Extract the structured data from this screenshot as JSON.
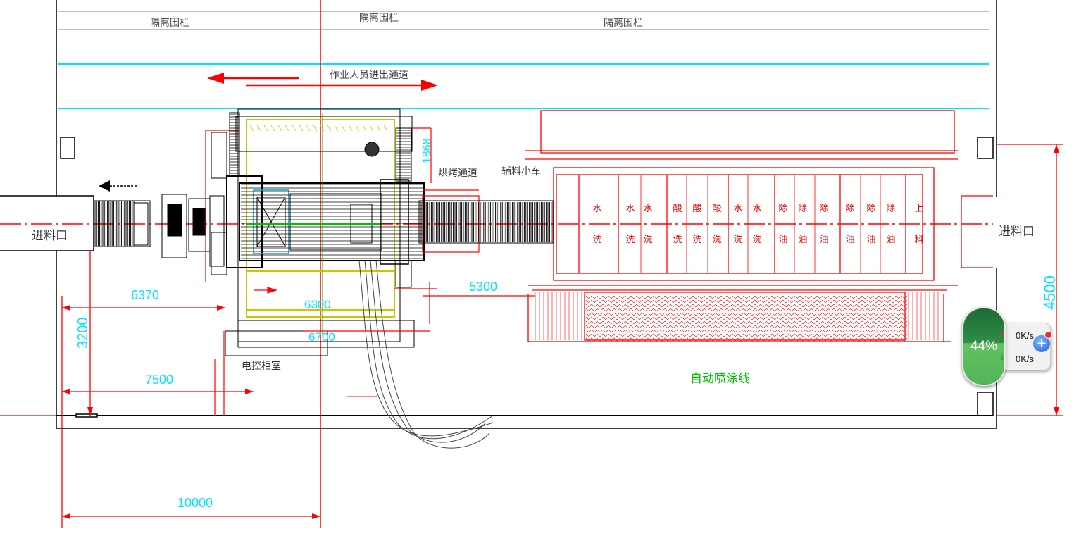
{
  "labels": {
    "isolation_fence_1": "隔离围栏",
    "isolation_fence_2": "隔离围栏",
    "isolation_fence_3": "隔离围栏",
    "walkway": "作业人员进出通道",
    "drying_channel": "烘烤通道",
    "transfer_cart": "辅料小车",
    "feed_inlet_left": "进料口",
    "feed_inlet_right": "进料口",
    "control_room": "电控柜室",
    "auto_spray_line": "自动喷涂线"
  },
  "dimensions": {
    "d_6370": "6370",
    "d_7500": "7500",
    "d_10000": "10000",
    "d_3200": "3200",
    "d_5300": "5300",
    "d_4500": "4500",
    "d_1868": "1868",
    "d_6700": "6700",
    "d_6300": "6300"
  },
  "tanks": [
    "水洗",
    "水洗",
    "水洗",
    "酸洗",
    "酸洗",
    "酸洗",
    "水洗",
    "水洗",
    "除油",
    "除油",
    "除油",
    "除油",
    "除油",
    "除油",
    "上料"
  ],
  "speed_widget": {
    "percent": "44%",
    "upload": "0K/s",
    "download": "0K/s",
    "up_arrow": "↑",
    "down_arrow": "↓",
    "plus": "+"
  },
  "colors": {
    "red": "#ff0000",
    "cyan": "#00e5ff",
    "black": "#000000",
    "green": "#00c000",
    "yellow": "#e0e000"
  }
}
